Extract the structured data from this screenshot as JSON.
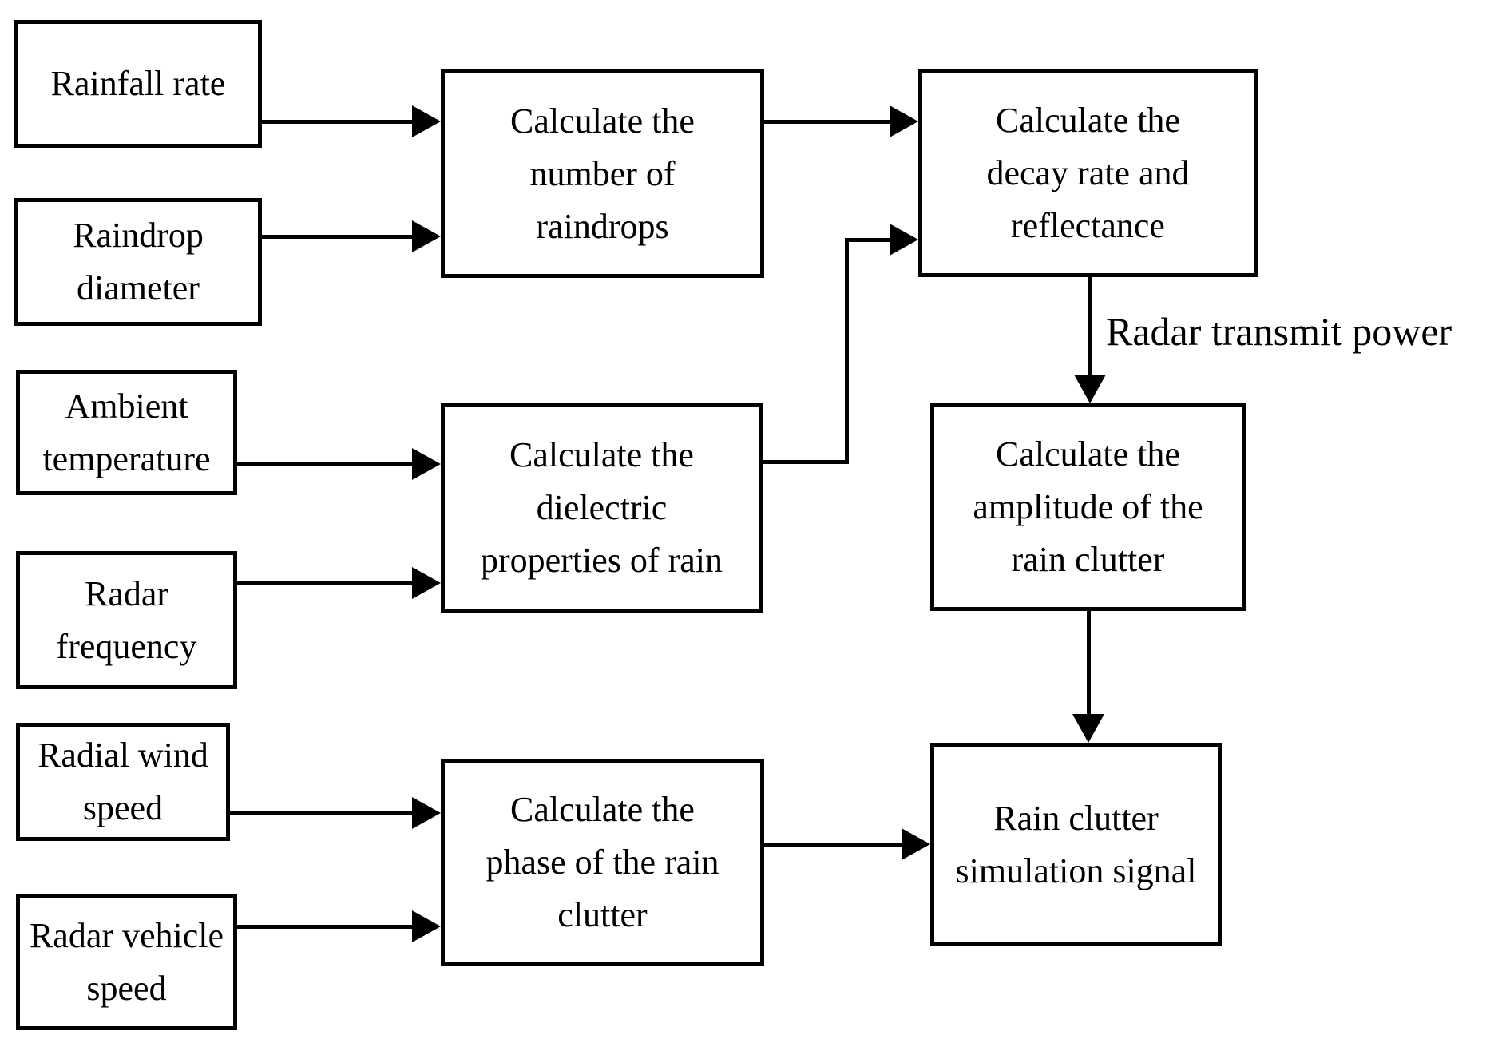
{
  "diagram": {
    "type": "flowchart",
    "colors": {
      "background": "#ffffff",
      "line": "#000000",
      "text": "#000000",
      "node_fill": "#ffffff"
    },
    "nodes": [
      {
        "id": "rainfall-rate",
        "label": "Rainfall rate"
      },
      {
        "id": "raindrop-diameter",
        "label": "Raindrop\ndiameter"
      },
      {
        "id": "ambient-temperature",
        "label": "Ambient\ntemperature"
      },
      {
        "id": "radar-frequency",
        "label": "Radar\nfrequency"
      },
      {
        "id": "radial-wind-speed",
        "label": "Radial wind\nspeed"
      },
      {
        "id": "radar-vehicle-speed",
        "label": "Radar vehicle\nspeed"
      },
      {
        "id": "calc-number-raindrops",
        "label": "Calculate the\nnumber of\nraindrops"
      },
      {
        "id": "calc-dielectric",
        "label": "Calculate the\ndielectric\nproperties of rain"
      },
      {
        "id": "calc-phase",
        "label": "Calculate the\nphase of the rain\nclutter"
      },
      {
        "id": "calc-decay-reflectance",
        "label": "Calculate the\ndecay rate and\nreflectance"
      },
      {
        "id": "calc-amplitude",
        "label": "Calculate the\namplitude of the\nrain clutter"
      },
      {
        "id": "rain-clutter-signal",
        "label": "Rain clutter\nsimulation signal"
      }
    ],
    "edges": [
      {
        "from": "rainfall-rate",
        "to": "calc-number-raindrops"
      },
      {
        "from": "raindrop-diameter",
        "to": "calc-number-raindrops"
      },
      {
        "from": "ambient-temperature",
        "to": "calc-dielectric"
      },
      {
        "from": "radar-frequency",
        "to": "calc-dielectric"
      },
      {
        "from": "radial-wind-speed",
        "to": "calc-phase"
      },
      {
        "from": "radar-vehicle-speed",
        "to": "calc-phase"
      },
      {
        "from": "calc-number-raindrops",
        "to": "calc-decay-reflectance"
      },
      {
        "from": "calc-dielectric",
        "to": "calc-decay-reflectance"
      },
      {
        "from": "calc-decay-reflectance",
        "to": "calc-amplitude",
        "label": "Radar transmit power"
      },
      {
        "from": "calc-amplitude",
        "to": "rain-clutter-signal"
      },
      {
        "from": "calc-phase",
        "to": "rain-clutter-signal"
      }
    ],
    "edge_label": "Radar transmit power"
  }
}
